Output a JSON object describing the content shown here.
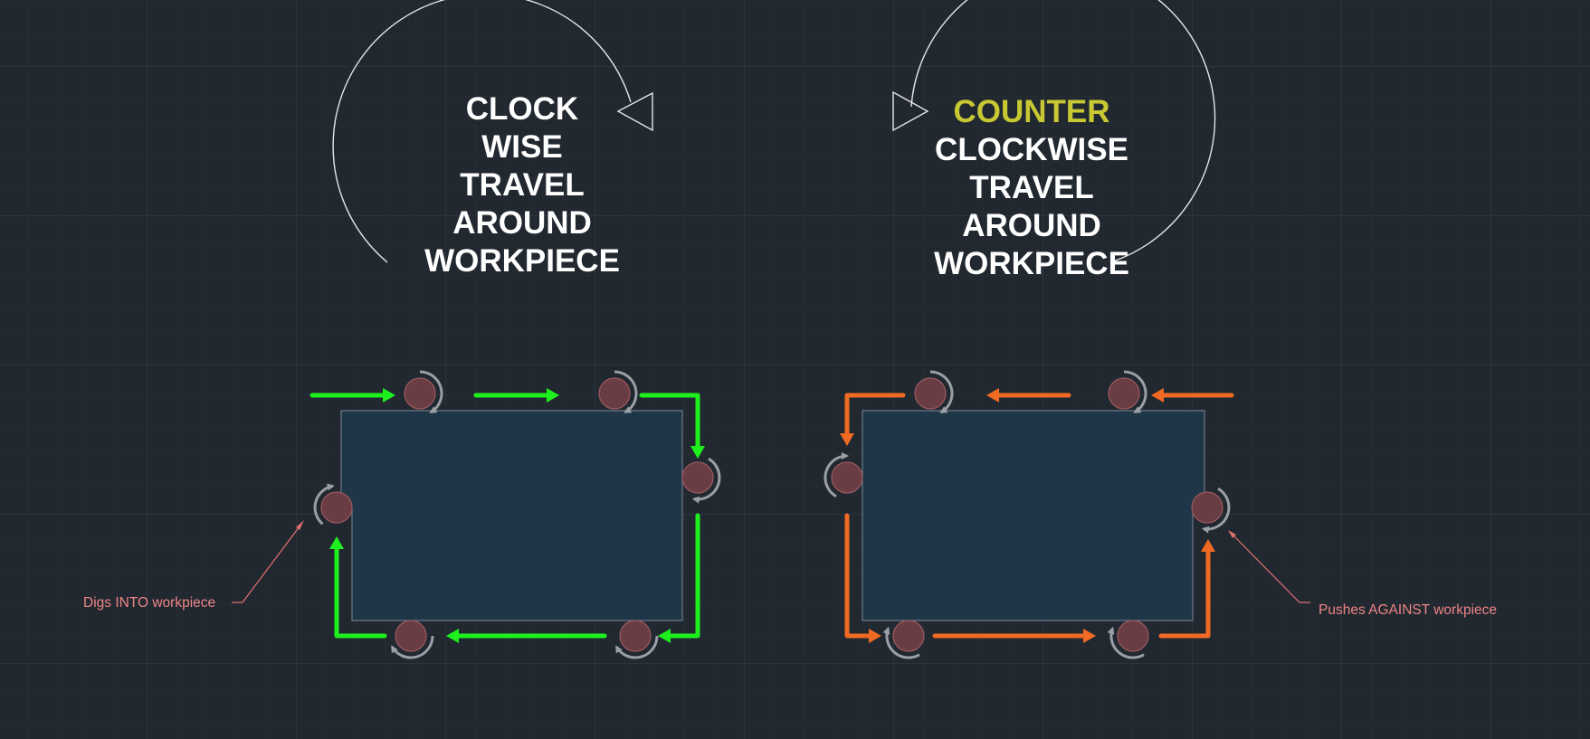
{
  "colors": {
    "background": "#212830",
    "grid_minor": "#293038",
    "grid_major": "#323a43",
    "workpiece_fill": "#1f3548",
    "workpiece_stroke": "#6e7a86",
    "climb_arrow": "#1ef01e",
    "conventional_arrow": "#f06a23",
    "cutter_fill": "#6a3d44",
    "cutter_stroke": "#9a5a60",
    "rotation_arc": "#9aa0a6",
    "direction_arc": "#e6e6e6",
    "label_white": "#ffffff",
    "label_yellow": "#c8c832",
    "note_text": "#ee8585",
    "leader": "#e07070"
  },
  "left_panel": {
    "title_lines": [
      "CLOCK",
      "WISE",
      "TRAVEL",
      "AROUND",
      "WORKPIECE"
    ],
    "note": "Digs INTO workpiece",
    "direction_icon": "clockwise-arc-arrow-icon",
    "cutter_rotation": "clockwise"
  },
  "right_panel": {
    "title_lines": [
      "COUNTER",
      "CLOCKWISE",
      "TRAVEL",
      "AROUND",
      "WORKPIECE"
    ],
    "highlight_line": "COUNTER",
    "note": "Pushes AGAINST workpiece",
    "direction_icon": "counterclockwise-arc-arrow-icon",
    "cutter_rotation": "clockwise"
  }
}
